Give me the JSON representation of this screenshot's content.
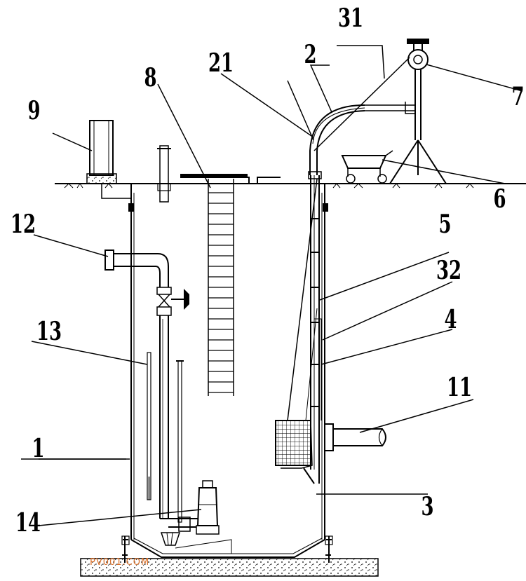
{
  "labels": {
    "n1": "1",
    "n2": "2",
    "n3": "3",
    "n4": "4",
    "n5": "5",
    "n6": "6",
    "n7": "7",
    "n8": "8",
    "n9": "9",
    "n11": "11",
    "n12": "12",
    "n13": "13",
    "n14": "14",
    "n21": "21",
    "n31": "31",
    "n32": "32"
  },
  "watermark": "PV001.COM"
}
